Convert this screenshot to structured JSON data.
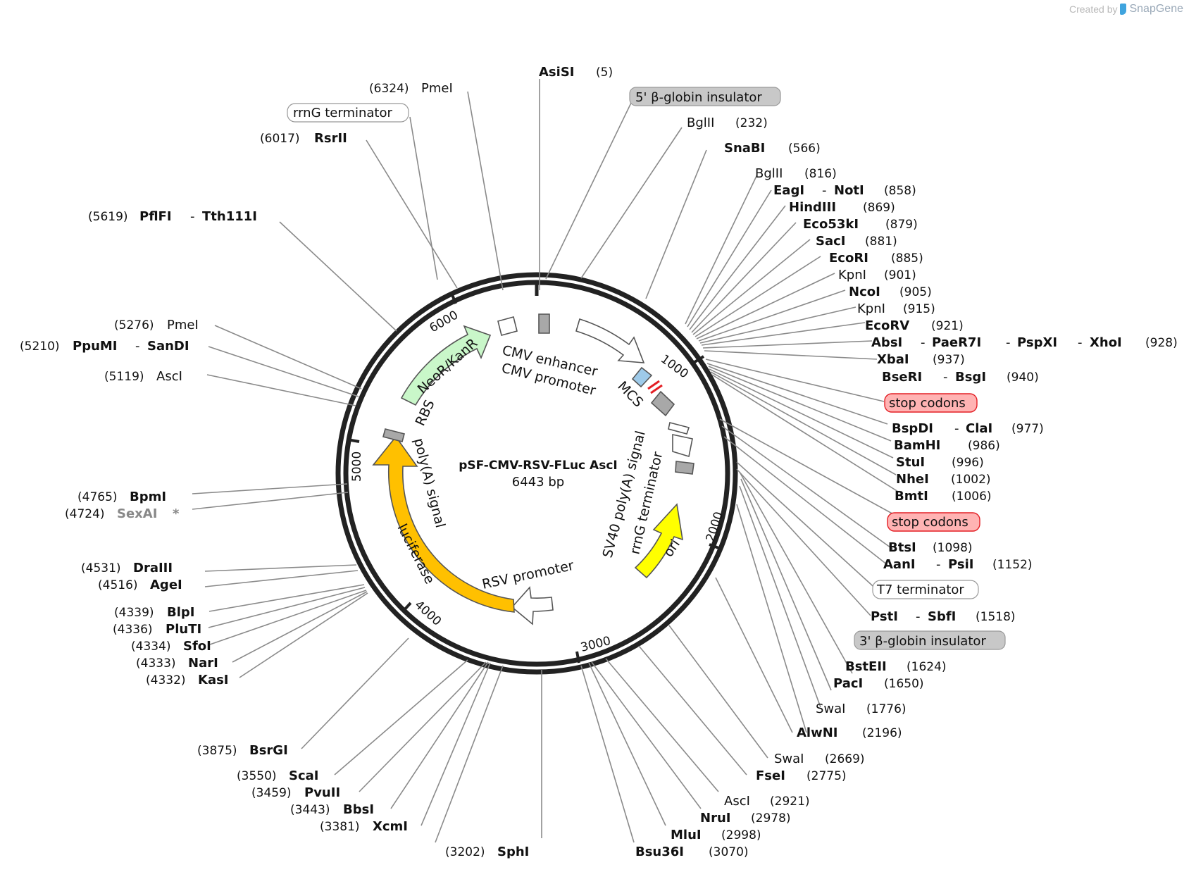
{
  "credit": {
    "prefix": "Created by",
    "brand": "SnapGene"
  },
  "plasmid": {
    "name": "pSF-CMV-RSV-FLuc AscI",
    "length_label": "6443 bp",
    "length": 6443
  },
  "ticks": [
    {
      "bp": 1000,
      "label": "1000"
    },
    {
      "bp": 2000,
      "label": "2000"
    },
    {
      "bp": 3000,
      "label": "3000"
    },
    {
      "bp": 4000,
      "label": "4000"
    },
    {
      "bp": 5000,
      "label": "5000"
    },
    {
      "bp": 6000,
      "label": "6000"
    }
  ],
  "features": [
    {
      "name": "CMV enhancer",
      "type": "arrow",
      "color": "#ffffff"
    },
    {
      "name": "CMV promoter",
      "type": "arrow",
      "color": "#ffffff"
    },
    {
      "name": "MCS",
      "type": "box",
      "color": "#9ecae9"
    },
    {
      "name": "SV40 poly(A) signal",
      "type": "box",
      "color": "#ffffff"
    },
    {
      "name": "rrnG terminator",
      "type": "box",
      "color": "#a8a8a8"
    },
    {
      "name": "ori",
      "type": "arrow",
      "color": "#ffff00"
    },
    {
      "name": "RSV promoter",
      "type": "arrow",
      "color": "#ffffff"
    },
    {
      "name": "luciferase",
      "type": "arrow",
      "color": "#ffc000"
    },
    {
      "name": "poly(A) signal",
      "type": "box",
      "color": "#a8a8a8"
    },
    {
      "name": "RBS",
      "type": "box",
      "color": "#ffffff"
    },
    {
      "name": "NeoR/KanR",
      "type": "arrow",
      "color": "#c9f7c9"
    }
  ],
  "labels": [
    {
      "id": "asisi",
      "name": "AsiSI",
      "pos": "(5)",
      "bold": true,
      "gray": false
    },
    {
      "id": "pmei-6324",
      "name": "PmeI",
      "pos": "(6324)",
      "bold": false,
      "gray": false
    },
    {
      "id": "feat-5bglobin",
      "name": "5' β-globin insulator",
      "kind": "feature",
      "color": "#c8c8c8"
    },
    {
      "id": "feat-rrng",
      "name": "rrnG terminator",
      "kind": "feature",
      "color": "#ffffff"
    },
    {
      "id": "bglii-232",
      "name": "BglII",
      "pos": "(232)",
      "bold": false,
      "gray": false
    },
    {
      "id": "rsrii",
      "name": "RsrII",
      "pos": "(6017)",
      "bold": true,
      "gray": false
    },
    {
      "id": "snabi",
      "name": "SnaBI",
      "pos": "(566)",
      "bold": true,
      "gray": false
    },
    {
      "id": "bglii-816",
      "name": "BglII",
      "pos": "(816)",
      "bold": false,
      "gray": false
    },
    {
      "id": "eagi",
      "name": "EagI",
      "name2": "NotI",
      "pos": "(858)",
      "bold": true,
      "gray": false
    },
    {
      "id": "hindiii",
      "name": "HindIII",
      "pos": "(869)",
      "bold": true,
      "gray": false
    },
    {
      "id": "eco53ki",
      "name": "Eco53kI",
      "pos": "(879)",
      "bold": true,
      "gray": false
    },
    {
      "id": "pflfi",
      "name": "PflFI",
      "name2": "Tth111I",
      "pos": "(5619)",
      "bold": true,
      "gray": false
    },
    {
      "id": "saci",
      "name": "SacI",
      "pos": "(881)",
      "bold": true,
      "gray": false
    },
    {
      "id": "ecori",
      "name": "EcoRI",
      "pos": "(885)",
      "bold": true,
      "gray": false
    },
    {
      "id": "kpni-901",
      "name": "KpnI",
      "pos": "(901)",
      "bold": false,
      "gray": false
    },
    {
      "id": "ncoi",
      "name": "NcoI",
      "pos": "(905)",
      "bold": true,
      "gray": false
    },
    {
      "id": "kpni-915",
      "name": "KpnI",
      "pos": "(915)",
      "bold": false,
      "gray": false
    },
    {
      "id": "pmei-5276",
      "name": "PmeI",
      "pos": "(5276)",
      "bold": false,
      "gray": false
    },
    {
      "id": "ecorv",
      "name": "EcoRV",
      "pos": "(921)",
      "bold": true,
      "gray": false
    },
    {
      "id": "absi",
      "name": "AbsI",
      "name2": "PaeR7I",
      "name3": "PspXI",
      "name4": "XhoI",
      "pos": "(928)",
      "bold": true,
      "gray": false
    },
    {
      "id": "ppumi",
      "name": "PpuMI",
      "name2": "SanDI",
      "pos": "(5210)",
      "bold": true,
      "gray": false
    },
    {
      "id": "xbai",
      "name": "XbaI",
      "pos": "(937)",
      "bold": true,
      "gray": false
    },
    {
      "id": "asci-5119",
      "name": "AscI",
      "pos": "(5119)",
      "bold": false,
      "gray": false
    },
    {
      "id": "bseri",
      "name": "BseRI",
      "name2": "BsgI",
      "pos": "(940)",
      "bold": true,
      "gray": false
    },
    {
      "id": "feat-stop1",
      "name": "stop codons",
      "kind": "feature",
      "color": "#ffb3b3"
    },
    {
      "id": "bspdi",
      "name": "BspDI",
      "name2": "ClaI",
      "pos": "(977)",
      "bold": true,
      "gray": false
    },
    {
      "id": "bamhi",
      "name": "BamHI",
      "pos": "(986)",
      "bold": true,
      "gray": false
    },
    {
      "id": "stui",
      "name": "StuI",
      "pos": "(996)",
      "bold": true,
      "gray": false
    },
    {
      "id": "nhei",
      "name": "NheI",
      "pos": "(1002)",
      "bold": true,
      "gray": false
    },
    {
      "id": "bpmi",
      "name": "BpmI",
      "pos": "(4765)",
      "bold": true,
      "gray": false
    },
    {
      "id": "bmti",
      "name": "BmtI",
      "pos": "(1006)",
      "bold": true,
      "gray": false
    },
    {
      "id": "sexai",
      "name": "SexAI",
      "suffix": "*",
      "pos": "(4724)",
      "bold": true,
      "gray": true
    },
    {
      "id": "feat-stop2",
      "name": "stop codons",
      "kind": "feature",
      "color": "#ffb3b3"
    },
    {
      "id": "btsi",
      "name": "BtsI",
      "pos": "(1098)",
      "bold": true,
      "gray": false
    },
    {
      "id": "draiii",
      "name": "DraIII",
      "pos": "(4531)",
      "bold": true,
      "gray": false
    },
    {
      "id": "aani",
      "name": "AanI",
      "name2": "PsiI",
      "pos": "(1152)",
      "bold": true,
      "gray": false
    },
    {
      "id": "agei",
      "name": "AgeI",
      "pos": "(4516)",
      "bold": true,
      "gray": false
    },
    {
      "id": "feat-t7",
      "name": "T7 terminator",
      "kind": "feature",
      "color": "#ffffff"
    },
    {
      "id": "blpi",
      "name": "BlpI",
      "pos": "(4339)",
      "bold": true,
      "gray": false
    },
    {
      "id": "psti",
      "name": "PstI",
      "name2": "SbfI",
      "pos": "(1518)",
      "bold": true,
      "gray": false
    },
    {
      "id": "pluti",
      "name": "PluTI",
      "pos": "(4336)",
      "bold": true,
      "gray": false
    },
    {
      "id": "feat-3bglobin",
      "name": "3' β-globin insulator",
      "kind": "feature",
      "color": "#c8c8c8"
    },
    {
      "id": "sfoi",
      "name": "SfoI",
      "pos": "(4334)",
      "bold": true,
      "gray": false
    },
    {
      "id": "nari",
      "name": "NarI",
      "pos": "(4333)",
      "bold": true,
      "gray": false
    },
    {
      "id": "bsteii",
      "name": "BstEII",
      "pos": "(1624)",
      "bold": true,
      "gray": false
    },
    {
      "id": "kasi",
      "name": "KasI",
      "pos": "(4332)",
      "bold": true,
      "gray": false
    },
    {
      "id": "paci",
      "name": "PacI",
      "pos": "(1650)",
      "bold": true,
      "gray": false
    },
    {
      "id": "swai-1776",
      "name": "SwaI",
      "pos": "(1776)",
      "bold": false,
      "gray": false
    },
    {
      "id": "alwni",
      "name": "AlwNI",
      "pos": "(2196)",
      "bold": true,
      "gray": false
    },
    {
      "id": "bsrgi",
      "name": "BsrGI",
      "pos": "(3875)",
      "bold": true,
      "gray": false
    },
    {
      "id": "swai-2669",
      "name": "SwaI",
      "pos": "(2669)",
      "bold": false,
      "gray": false
    },
    {
      "id": "scai",
      "name": "ScaI",
      "pos": "(3550)",
      "bold": true,
      "gray": false
    },
    {
      "id": "fsei",
      "name": "FseI",
      "pos": "(2775)",
      "bold": true,
      "gray": false
    },
    {
      "id": "pvuii",
      "name": "PvuII",
      "pos": "(3459)",
      "bold": true,
      "gray": false
    },
    {
      "id": "asci-2921",
      "name": "AscI",
      "pos": "(2921)",
      "bold": false,
      "gray": false
    },
    {
      "id": "bbsi",
      "name": "BbsI",
      "pos": "(3443)",
      "bold": true,
      "gray": false
    },
    {
      "id": "nrui",
      "name": "NruI",
      "pos": "(2978)",
      "bold": true,
      "gray": false
    },
    {
      "id": "xcmi",
      "name": "XcmI",
      "pos": "(3381)",
      "bold": true,
      "gray": false
    },
    {
      "id": "mlui",
      "name": "MluI",
      "pos": "(2998)",
      "bold": true,
      "gray": false
    },
    {
      "id": "sphi",
      "name": "SphI",
      "pos": "(3202)",
      "bold": true,
      "gray": false
    },
    {
      "id": "bsu36i",
      "name": "Bsu36I",
      "pos": "(3070)",
      "bold": true,
      "gray": false
    }
  ]
}
